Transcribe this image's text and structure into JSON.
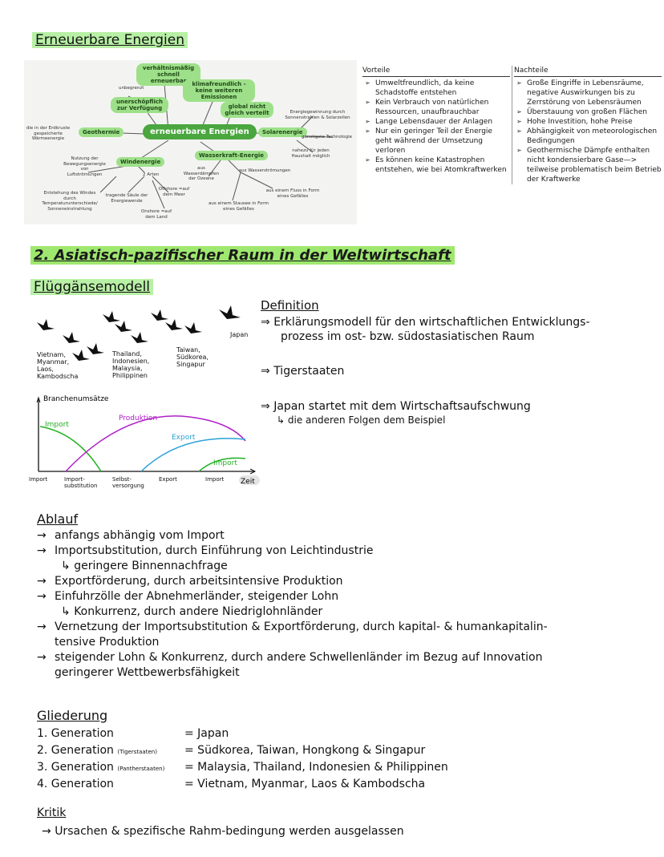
{
  "title_renewable": "Erneuerbare Energien",
  "mindmap": {
    "center": "erneuerbare Energien",
    "nodes": {
      "verhaeltnis": "verhältnismäßig schnell erneuerbar",
      "klima": "klimafreundlich - keine weiteren Emissionen",
      "unerschoepflich": "unerschöpflich zur Verfügung",
      "global": "global nicht gleich verteilt",
      "geothermie": "Geothermie",
      "solar": "Solarenergie",
      "wind": "Windenergie",
      "wasser": "Wasserkraft-Energie"
    },
    "texts": {
      "unbegrenzt": "unbegrenzt",
      "erdkruste": "die in der Erdkruste gespeicherte Wärmeenergie",
      "sonnenstrahlen": "Energiegewinnung durch Sonnenstrahlen & Solarzellen",
      "guenstigste": "günstigste Technologie",
      "haushalt": "nahezu für jeden Haushalt möglich",
      "bewegung": "Nutzung der Bewegungsenergie von Luftströmungen",
      "zwei_arten": "2 Arten",
      "entstehung": "Entstehung des Windes durch Temperaturunterschiede/ Sonneneinstrahlung",
      "saeule": "tragende Säule der Energiewende",
      "offshore": "Offshore =auf dem Meer",
      "onshore": "Onshore =auf dem Land",
      "wasserdaempfe": "aus Wasserdämpfen der Ozeane",
      "wasserstroemungen": "aus Wasserströmungen",
      "stausee": "aus einem Stausee in Form eines Gefälles",
      "fluss": "aus einem Fluss in Form eines Gefälles"
    }
  },
  "table": {
    "vorteile_header": "Vorteile",
    "nachteile_header": "Nachteile",
    "vorteile": [
      "Umweltfreundlich, da keine Schadstoffe entstehen",
      "Kein Verbrauch von natürlichen Ressourcen, unaufbrauchbar",
      "Lange Lebensdauer der Anlagen",
      "Nur ein geringer Teil der Energie geht während der Umsetzung verloren",
      "Es können keine Katastrophen entstehen, wie bei Atomkraftwerken"
    ],
    "nachteile": [
      "Große Eingriffe in Lebensräume, negative Auswirkungen bis zu Zerrstörung von Lebensräumen",
      "Überstauung von großen Flächen",
      "Hohe Investition, hohe Preise",
      "Abhängigkeit von meteorologischen Bedingungen",
      "Geothermische Dämpfe enthalten nicht kondensierbare Gase—> teilweise problematisch beim Betrieb der Kraftwerke"
    ]
  },
  "title_asia": "2. Asiatisch-pazifischer Raum in der Weltwirtschaft",
  "flug": {
    "title": "Flüggänsemodell",
    "groups": {
      "g1": "Vietnam, Myanmar, Laos, Kambodscha",
      "g2": "Thailand, Indonesien, Malaysia, Philippinen",
      "g3": "Taiwan, Südkorea, Singapur",
      "g4": "Japan"
    }
  },
  "chart_data": {
    "type": "line",
    "ylabel": "Branchenumsätze",
    "xlabel": "Zeit",
    "categories": [
      "Import",
      "Import-substitution",
      "Selbst-versorgung",
      "Export",
      "Import"
    ],
    "series": [
      {
        "name": "Import",
        "color": "#22b022"
      },
      {
        "name": "Produktion",
        "color": "#b020c8"
      },
      {
        "name": "Export",
        "color": "#2aa0d8"
      },
      {
        "name": "Import",
        "color": "#22b022"
      }
    ]
  },
  "definition": {
    "heading": "Definition",
    "line1": "Erklärungsmodell für den wirtschaftlichen Entwicklungs-",
    "line2": "prozess im ost- bzw. südostasiatischen Raum",
    "tiger": "Tigerstaaten",
    "japan1": "Japan startet mit dem Wirtschaftsaufschwung",
    "japan2": "die anderen Folgen dem Beispiel"
  },
  "ablauf": {
    "heading": "Ablauf",
    "lines": [
      "anfangs abhängig vom Import",
      "Importsubstitution, durch Einführung von Leichtindustrie",
      "geringere Binnennachfrage",
      "Exportförderung, durch arbeitsintensive Produktion",
      "Einfuhrzölle der Abnehmerländer, steigender Lohn",
      "Konkurrenz, durch andere Niedriglohnländer",
      "Vernetzung der Importsubstitution & Exportförderung, durch kapital- & humankapitalin-",
      "tensive Produktion",
      "steigender Lohn & Konkurrenz, durch andere Schwellenländer im Bezug auf Innovation",
      "geringerer Wettbewerbsfähigkeit"
    ]
  },
  "gliederung": {
    "heading": "Gliederung",
    "rows": [
      {
        "gen": "1. Generation",
        "note": "",
        "value": "= Japan"
      },
      {
        "gen": "2. Generation",
        "note": "(Tigerstaaten)",
        "value": "= Südkorea, Taiwan, Hongkong & Singapur"
      },
      {
        "gen": "3. Generation",
        "note": "(Pantherstaaten)",
        "value": "= Malaysia, Thailand, Indonesien & Philippinen"
      },
      {
        "gen": "4. Generation",
        "note": "",
        "value": "= Vietnam, Myanmar, Laos & Kambodscha"
      }
    ]
  },
  "kritik": {
    "heading": "Kritik",
    "line": "Ursachen & spezifische Rahm-bedingung werden ausgelassen"
  }
}
